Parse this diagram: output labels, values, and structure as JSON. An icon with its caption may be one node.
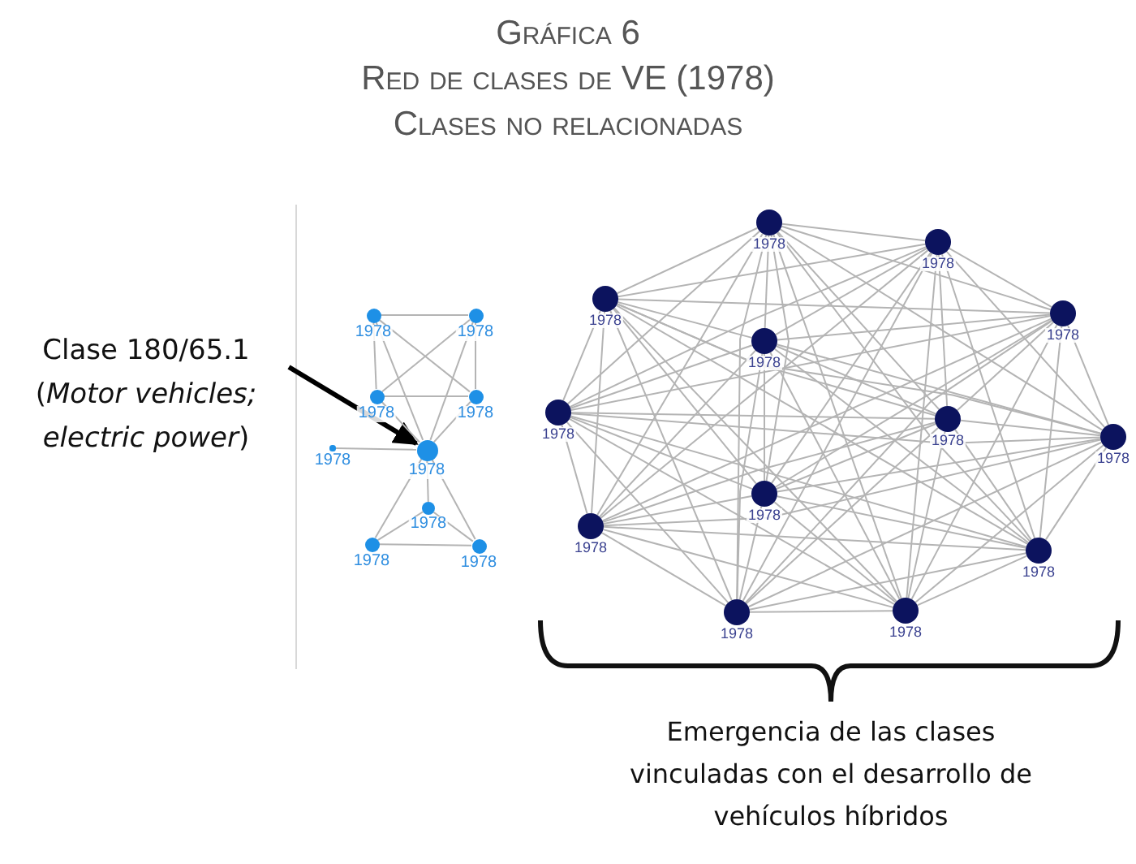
{
  "diagram": {
    "title": "Gráfica 6",
    "nodes": [
      {
        "text": [
          "Clase 180/65.1 (*Motor vehicles; electric power*)"
        ]
      },
      {
        "text": [],
        "shape": "circle",
        "beside": [
          "1978"
        ]
      },
      {
        "text": [],
        "shape": "circle",
        "beside": [
          "1978"
        ]
      },
      {
        "text": [],
        "shape": "circle",
        "beside": [
          "1978"
        ]
      },
      {
        "text": [],
        "shape": "circle",
        "beside": [
          "1978"
        ]
      },
      {
        "text": [],
        "shape": "circle",
        "beside": [
          "1978"
        ]
      },
      {
        "text": [],
        "shape": "circle",
        "beside": [
          "1978"
        ]
      },
      {
        "text": [],
        "shape": "circle",
        "beside": [
          "1978"
        ]
      },
      {
        "text": [],
        "shape": "circle",
        "beside": [
          "1978"
        ]
      },
      {
        "text": [],
        "shape": "circle",
        "beside": [
          "1978"
        ]
      },
      {
        "text": [],
        "shape": "circle",
        "beside": [
          "1978"
        ]
      },
      {
        "text": [],
        "shape": "circle",
        "beside": [
          "1978"
        ]
      },
      {
        "text": [],
        "shape": "circle",
        "beside": [
          "1978"
        ]
      },
      {
        "text": [],
        "shape": "circle",
        "beside": [
          "1978"
        ]
      },
      {
        "text": [],
        "shape": "circle",
        "beside": [
          "1978"
        ]
      },
      {
        "text": [],
        "shape": "circle",
        "beside": [
          "1978"
        ]
      },
      {
        "text": [],
        "shape": "circle",
        "beside": [
          "1978"
        ]
      },
      {
        "text": [],
        "shape": "circle",
        "beside": [
          "1978"
        ]
      },
      {
        "text": [],
        "shape": "circle",
        "beside": [
          "1978"
        ]
      },
      {
        "text": [],
        "shape": "circle",
        "beside": [
          "1978"
        ]
      },
      {
        "text": [],
        "shape": "circle",
        "beside": [
          "1978"
        ]
      },
      {
        "text": [],
        "shape": "circle",
        "beside": [
          "1978"
        ]
      },
      {
        "text": [],
        "shape": "circle",
        "beside": [
          "1978"
        ]
      }
    ],
    "edges": [
      {
        "from": 0,
        "to": 6,
        "arrow": "to",
        "style": "thick",
        "color": "#000000"
      },
      {
        "from": 1,
        "to": 2,
        "arrow": "none"
      },
      {
        "from": 1,
        "to": 3,
        "arrow": "none"
      },
      {
        "from": 1,
        "to": 4,
        "arrow": "none"
      },
      {
        "from": 1,
        "to": 6,
        "arrow": "none"
      },
      {
        "from": 2,
        "to": 3,
        "arrow": "none"
      },
      {
        "from": 2,
        "to": 4,
        "arrow": "none"
      },
      {
        "from": 2,
        "to": 6,
        "arrow": "none"
      },
      {
        "from": 3,
        "to": 4,
        "arrow": "none"
      },
      {
        "from": 3,
        "to": 6,
        "arrow": "none"
      },
      {
        "from": 4,
        "to": 6,
        "arrow": "none"
      },
      {
        "from": 5,
        "to": 6,
        "arrow": "none"
      },
      {
        "from": 6,
        "to": 7,
        "arrow": "none"
      },
      {
        "from": 6,
        "to": 8,
        "arrow": "none"
      },
      {
        "from": 6,
        "to": 9,
        "arrow": "none"
      },
      {
        "from": 7,
        "to": 8,
        "arrow": "none"
      },
      {
        "from": 7,
        "to": 9,
        "arrow": "none"
      },
      {
        "from": 8,
        "to": 9,
        "arrow": "none"
      },
      {
        "from": 10,
        "to": 11,
        "arrow": "none"
      },
      {
        "from": 10,
        "to": 12,
        "arrow": "none"
      },
      {
        "from": 10,
        "to": 13,
        "arrow": "none"
      },
      {
        "from": 10,
        "to": 14,
        "arrow": "none"
      },
      {
        "from": 10,
        "to": 15,
        "arrow": "none"
      },
      {
        "from": 10,
        "to": 16,
        "arrow": "none"
      },
      {
        "from": 10,
        "to": 17,
        "arrow": "none"
      },
      {
        "from": 10,
        "to": 18,
        "arrow": "none"
      },
      {
        "from": 10,
        "to": 19,
        "arrow": "none"
      },
      {
        "from": 10,
        "to": 20,
        "arrow": "none"
      },
      {
        "from": 10,
        "to": 21,
        "arrow": "none"
      },
      {
        "from": 10,
        "to": 22,
        "arrow": "none"
      },
      {
        "from": 11,
        "to": 12,
        "arrow": "none"
      },
      {
        "from": 11,
        "to": 13,
        "arrow": "none"
      },
      {
        "from": 11,
        "to": 14,
        "arrow": "none"
      },
      {
        "from": 11,
        "to": 15,
        "arrow": "none"
      },
      {
        "from": 11,
        "to": 16,
        "arrow": "none"
      },
      {
        "from": 11,
        "to": 17,
        "arrow": "none"
      },
      {
        "from": 11,
        "to": 18,
        "arrow": "none"
      },
      {
        "from": 11,
        "to": 19,
        "arrow": "none"
      },
      {
        "from": 11,
        "to": 20,
        "arrow": "none"
      },
      {
        "from": 11,
        "to": 21,
        "arrow": "none"
      },
      {
        "from": 11,
        "to": 22,
        "arrow": "none"
      },
      {
        "from": 12,
        "to": 13,
        "arrow": "none"
      },
      {
        "from": 12,
        "to": 14,
        "arrow": "none"
      },
      {
        "from": 12,
        "to": 15,
        "arrow": "none"
      },
      {
        "from": 12,
        "to": 16,
        "arrow": "none"
      },
      {
        "from": 12,
        "to": 17,
        "arrow": "none"
      },
      {
        "from": 12,
        "to": 18,
        "arrow": "none"
      },
      {
        "from": 12,
        "to": 19,
        "arrow": "none"
      },
      {
        "from": 12,
        "to": 20,
        "arrow": "none"
      },
      {
        "from": 12,
        "to": 21,
        "arrow": "none"
      },
      {
        "from": 12,
        "to": 22,
        "arrow": "none"
      },
      {
        "from": 13,
        "to": 14,
        "arrow": "none"
      },
      {
        "from": 13,
        "to": 15,
        "arrow": "none"
      },
      {
        "from": 13,
        "to": 16,
        "arrow": "none"
      },
      {
        "from": 13,
        "to": 17,
        "arrow": "none"
      },
      {
        "from": 13,
        "to": 18,
        "arrow": "none"
      },
      {
        "from": 13,
        "to": 19,
        "arrow": "none"
      },
      {
        "from": 13,
        "to": 20,
        "arrow": "none"
      },
      {
        "from": 13,
        "to": 21,
        "arrow": "none"
      },
      {
        "from": 13,
        "to": 22,
        "arrow": "none"
      },
      {
        "from": 14,
        "to": 15,
        "arrow": "none"
      },
      {
        "from": 14,
        "to": 16,
        "arrow": "none"
      },
      {
        "from": 14,
        "to": 17,
        "arrow": "none"
      },
      {
        "from": 14,
        "to": 18,
        "arrow": "none"
      },
      {
        "from": 14,
        "to": 19,
        "arrow": "none"
      },
      {
        "from": 14,
        "to": 20,
        "arrow": "none"
      },
      {
        "from": 14,
        "to": 21,
        "arrow": "none"
      },
      {
        "from": 14,
        "to": 22,
        "arrow": "none"
      },
      {
        "from": 15,
        "to": 16,
        "arrow": "none"
      },
      {
        "from": 15,
        "to": 17,
        "arrow": "none"
      },
      {
        "from": 15,
        "to": 18,
        "arrow": "none"
      },
      {
        "from": 15,
        "to": 19,
        "arrow": "none"
      },
      {
        "from": 15,
        "to": 20,
        "arrow": "none"
      },
      {
        "from": 15,
        "to": 21,
        "arrow": "none"
      },
      {
        "from": 15,
        "to": 22,
        "arrow": "none"
      },
      {
        "from": 16,
        "to": 17,
        "arrow": "none"
      },
      {
        "from": 16,
        "to": 18,
        "arrow": "none"
      },
      {
        "from": 16,
        "to": 19,
        "arrow": "none"
      },
      {
        "from": 16,
        "to": 20,
        "arrow": "none"
      },
      {
        "from": 16,
        "to": 21,
        "arrow": "none"
      },
      {
        "from": 16,
        "to": 22,
        "arrow": "none"
      },
      {
        "from": 17,
        "to": 18,
        "arrow": "none"
      },
      {
        "from": 17,
        "to": 19,
        "arrow": "none"
      },
      {
        "from": 17,
        "to": 20,
        "arrow": "none"
      },
      {
        "from": 17,
        "to": 21,
        "arrow": "none"
      },
      {
        "from": 17,
        "to": 22,
        "arrow": "none"
      },
      {
        "from": 18,
        "to": 19,
        "arrow": "none"
      },
      {
        "from": 18,
        "to": 20,
        "arrow": "none"
      },
      {
        "from": 18,
        "to": 21,
        "arrow": "none"
      },
      {
        "from": 18,
        "to": 22,
        "arrow": "none"
      },
      {
        "from": 19,
        "to": 20,
        "arrow": "none"
      },
      {
        "from": 19,
        "to": 21,
        "arrow": "none"
      },
      {
        "from": 19,
        "to": 22,
        "arrow": "none"
      },
      {
        "from": 20,
        "to": 21,
        "arrow": "none"
      },
      {
        "from": 20,
        "to": 22,
        "arrow": "none"
      },
      {
        "from": 21,
        "to": 22,
        "arrow": "none"
      }
    ],
    "labels": [
      "Red de clases de VE (1978)",
      "Clases no relacionadas",
      "Emergencia de las clases vinculadas con el desarrollo de vehículos híbridos"
    ]
  }
}
